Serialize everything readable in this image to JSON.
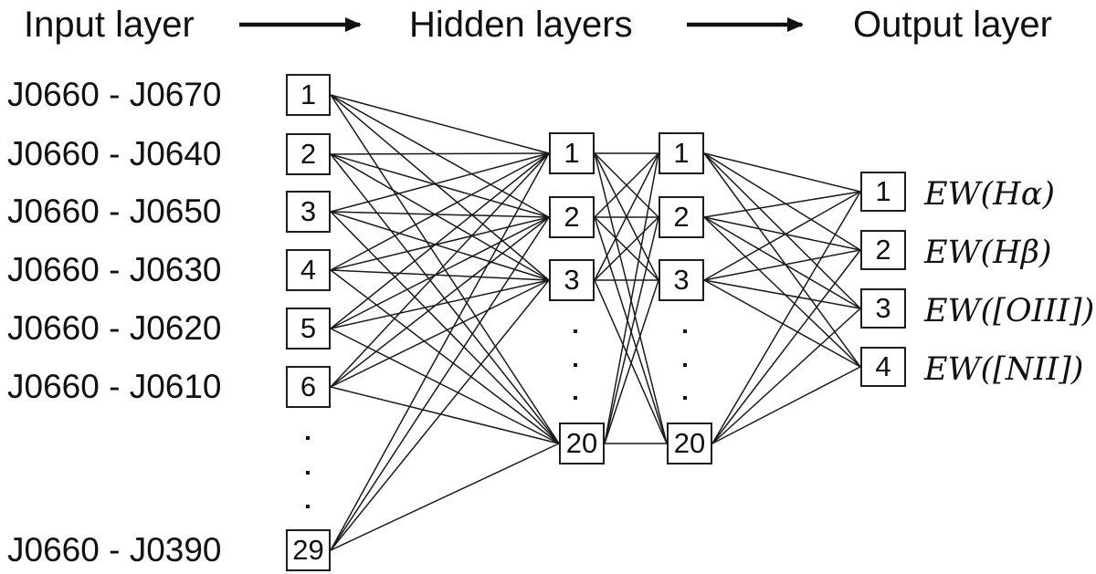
{
  "header": {
    "input": "Input layer",
    "hidden": "Hidden layers",
    "output": "Output layer"
  },
  "diagram": {
    "type": "neural-network",
    "connectivity": "fully-connected between adjacent visible layers",
    "input_features": [
      {
        "node": "1",
        "label": "J0660 - J0670"
      },
      {
        "node": "2",
        "label": "J0660 - J0640"
      },
      {
        "node": "3",
        "label": "J0660 - J0650"
      },
      {
        "node": "4",
        "label": "J0660 - J0630"
      },
      {
        "node": "5",
        "label": "J0660 - J0620"
      },
      {
        "node": "6",
        "label": "J0660 - J0610"
      },
      {
        "node": "29",
        "label": "J0660 - J0390"
      }
    ],
    "layers": {
      "input": {
        "visible_nodes": [
          "1",
          "2",
          "3",
          "4",
          "5",
          "6",
          "29"
        ],
        "ellipsis_after": "6",
        "total_nodes": 29
      },
      "hidden1": {
        "visible_nodes": [
          "1",
          "2",
          "3",
          "20"
        ],
        "ellipsis_after": "3",
        "total_nodes": 20
      },
      "hidden2": {
        "visible_nodes": [
          "1",
          "2",
          "3",
          "20"
        ],
        "ellipsis_after": "3",
        "total_nodes": 20
      },
      "output": {
        "visible_nodes": [
          "1",
          "2",
          "3",
          "4"
        ],
        "total_nodes": 4
      }
    },
    "outputs": [
      {
        "node": "1",
        "label": "EW(Hα)"
      },
      {
        "node": "2",
        "label": "EW(Hβ)"
      },
      {
        "node": "3",
        "label": "EW([OIII])"
      },
      {
        "node": "4",
        "label": "EW([NII])"
      }
    ]
  },
  "colors": {
    "background": "#ffffff",
    "line": "#1a1a1a",
    "box_border": "#1d1d1d",
    "text": "#111111"
  }
}
